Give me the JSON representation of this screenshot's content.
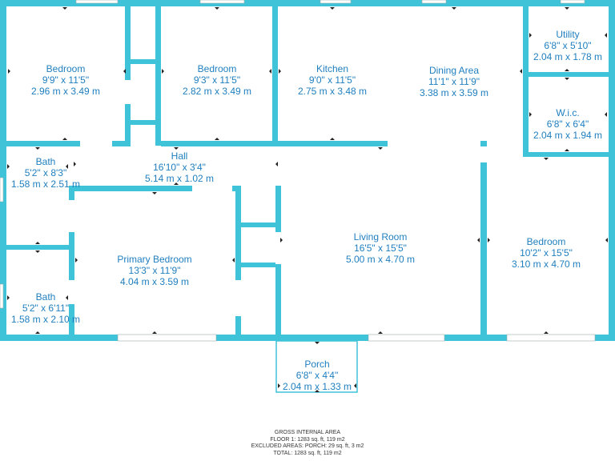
{
  "colors": {
    "wall": "#3ec3d9",
    "window": "#ffffff",
    "text": "#1f7fbf",
    "marker": "#222222"
  },
  "rooms": [
    {
      "name": "Bedroom",
      "imperial": "9'9\" x 11'5\"",
      "metric": "2.96 m x 3.49 m"
    },
    {
      "name": "Bedroom",
      "imperial": "9'3\" x 11'5\"",
      "metric": "2.82 m x 3.49 m"
    },
    {
      "name": "Kitchen",
      "imperial": "9'0\" x 11'5\"",
      "metric": "2.75 m x 3.48 m"
    },
    {
      "name": "Dining Area",
      "imperial": "11'1\" x 11'9\"",
      "metric": "3.38 m x 3.59 m"
    },
    {
      "name": "Utility",
      "imperial": "6'8\" x 5'10\"",
      "metric": "2.04 m x 1.78 m"
    },
    {
      "name": "W.i.c.",
      "imperial": "6'8\" x 6'4\"",
      "metric": "2.04 m x 1.94 m"
    },
    {
      "name": "Bath",
      "imperial": "5'2\" x 8'3\"",
      "metric": "1.58 m x 2.51 m"
    },
    {
      "name": "Hall",
      "imperial": "16'10\" x 3'4\"",
      "metric": "5.14 m x 1.02 m"
    },
    {
      "name": "Primary Bedroom",
      "imperial": "13'3\" x 11'9\"",
      "metric": "4.04 m x 3.59 m"
    },
    {
      "name": "Living Room",
      "imperial": "16'5\" x 15'5\"",
      "metric": "5.00 m x 4.70 m"
    },
    {
      "name": "Bedroom",
      "imperial": "10'2\" x 15'5\"",
      "metric": "3.10 m x 4.70 m"
    },
    {
      "name": "Bath",
      "imperial": "5'2\" x 6'11\"",
      "metric": "1.58 m x 2.10 m"
    },
    {
      "name": "Porch",
      "imperial": "6'8\" x 4'4\"",
      "metric": "2.04 m x 1.33 m"
    }
  ],
  "summary": {
    "title": "GROSS INTERNAL AREA",
    "floor": "FLOOR 1: 1283 sq. ft, 119 m2",
    "excluded": "EXCLUDED AREAS: PORCH: 29 sq. ft, 3 m2",
    "total": "TOTAL: 1283 sq. ft, 119 m2"
  }
}
